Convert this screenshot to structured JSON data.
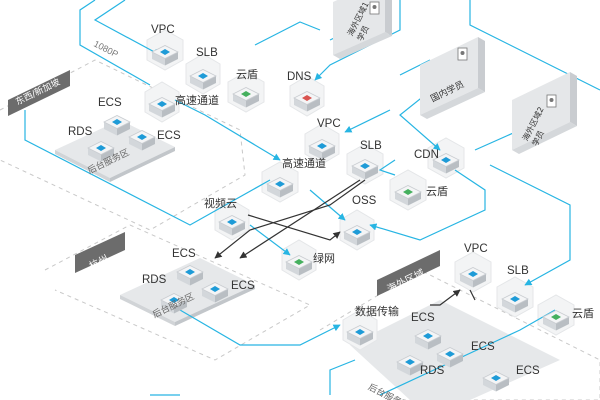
{
  "regions": {
    "sea": {
      "tag": "东西/新加坡",
      "zone": "后台服务区"
    },
    "hangzhou": {
      "tag": "杭州",
      "zone": "后台服务区"
    },
    "overseas": {
      "tag": "海外区域",
      "zone": "后台服务区"
    }
  },
  "users": {
    "overseas1": "海外区域1\n学员",
    "domestic": "国内学员",
    "overseas2": "海外区域2\n学员"
  },
  "bandwidth_label": "1080P",
  "nodes": {
    "vpc_top": "VPC",
    "slb_top": "SLB",
    "yundun_top": "云盾",
    "gstd_top": "高速通道",
    "dns": "DNS",
    "ecs_sea_1": "ECS",
    "rds_sea": "RDS",
    "ecs_sea_2": "ECS",
    "vpc_mid": "VPC",
    "slb_mid": "SLB",
    "cdn": "CDN",
    "gstd_mid": "高速通道",
    "yundun_mid": "云盾",
    "video_cloud": "视频云",
    "oss": "OSS",
    "green_net": "绿网",
    "ecs_hz_1": "ECS",
    "rds_hz": "RDS",
    "ecs_hz_2": "ECS",
    "vpc_os": "VPC",
    "slb_os": "SLB",
    "yundun_os": "云盾",
    "data_transfer": "数据传输",
    "ecs_os_1": "ECS",
    "ecs_os_2": "ECS",
    "rds_os": "RDS",
    "ecs_os_3": "ECS"
  },
  "colors": {
    "link_cyan": "#27b5e3",
    "link_dark": "#333333",
    "tag_grey": "#6c6c6c",
    "zone_fill": "#e6e8ea",
    "box_top": "#f4f5f6",
    "icon_blue": "#1e9bd7",
    "icon_red": "#d9534f",
    "icon_green": "#45b05e"
  }
}
